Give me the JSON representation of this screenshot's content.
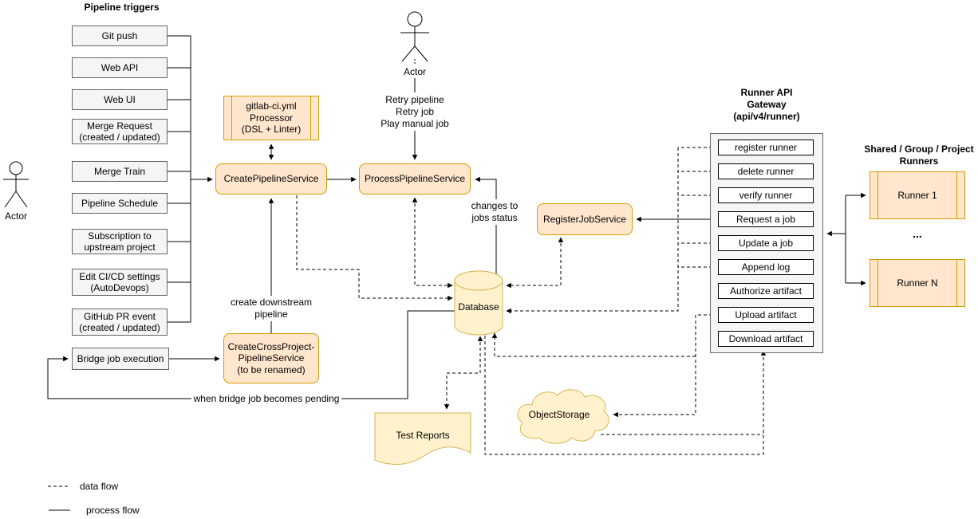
{
  "pipeline_triggers": {
    "title": "Pipeline triggers",
    "items": [
      "Git push",
      "Web API",
      "Web UI",
      "Merge Request\n(created / updated)",
      "Merge Train",
      "Pipeline Schedule",
      "Subscription to\nupstream project",
      "Edit CI/CD settings\n(AutoDevops)",
      "GitHub PR event\n(created / updated)",
      "Bridge job execution"
    ]
  },
  "actors": {
    "left": "Actor",
    "top": "Actor"
  },
  "services": {
    "processor": "gitlab-ci.yml\nProcessor\n(DSL + Linter)",
    "create_pipeline": "CreatePipelineService",
    "process_pipeline": "ProcessPipelineService",
    "create_cross_project": "CreateCrossProject-\nPipelineService\n(to be renamed)",
    "register_job": "RegisterJobService"
  },
  "storage": {
    "database": "Database",
    "object_storage": "ObjectStorage",
    "test_reports": "Test Reports"
  },
  "gateway": {
    "title": "Runner API\nGateway\n(api/v4/runner)",
    "endpoints": [
      "register runner",
      "delete runner",
      "verify runner",
      "Request a job",
      "Update a job",
      "Append log",
      "Authorize artifact",
      "Upload artifact",
      "Download artifact"
    ]
  },
  "runners": {
    "title": "Shared / Group / Project\nRunners",
    "runner_1": "Runner 1",
    "ellipsis": "...",
    "runner_n": "Runner N"
  },
  "annotations": {
    "retry": "Retry pipeline\nRetry job\nPlay manual job",
    "changes": "changes to\njobs status",
    "downstream": "create downstream\npipeline",
    "bridge_pending": "when bridge job becomes pending"
  },
  "legend": {
    "data_flow": "data flow",
    "process_flow": "process flow"
  },
  "colors": {
    "service_fill": "#ffe6cc",
    "service_border": "#d79b00",
    "storage_fill": "#fff2cc",
    "storage_border": "#d6b656",
    "trigger_fill": "#f5f5f5",
    "trigger_border": "#666666"
  }
}
